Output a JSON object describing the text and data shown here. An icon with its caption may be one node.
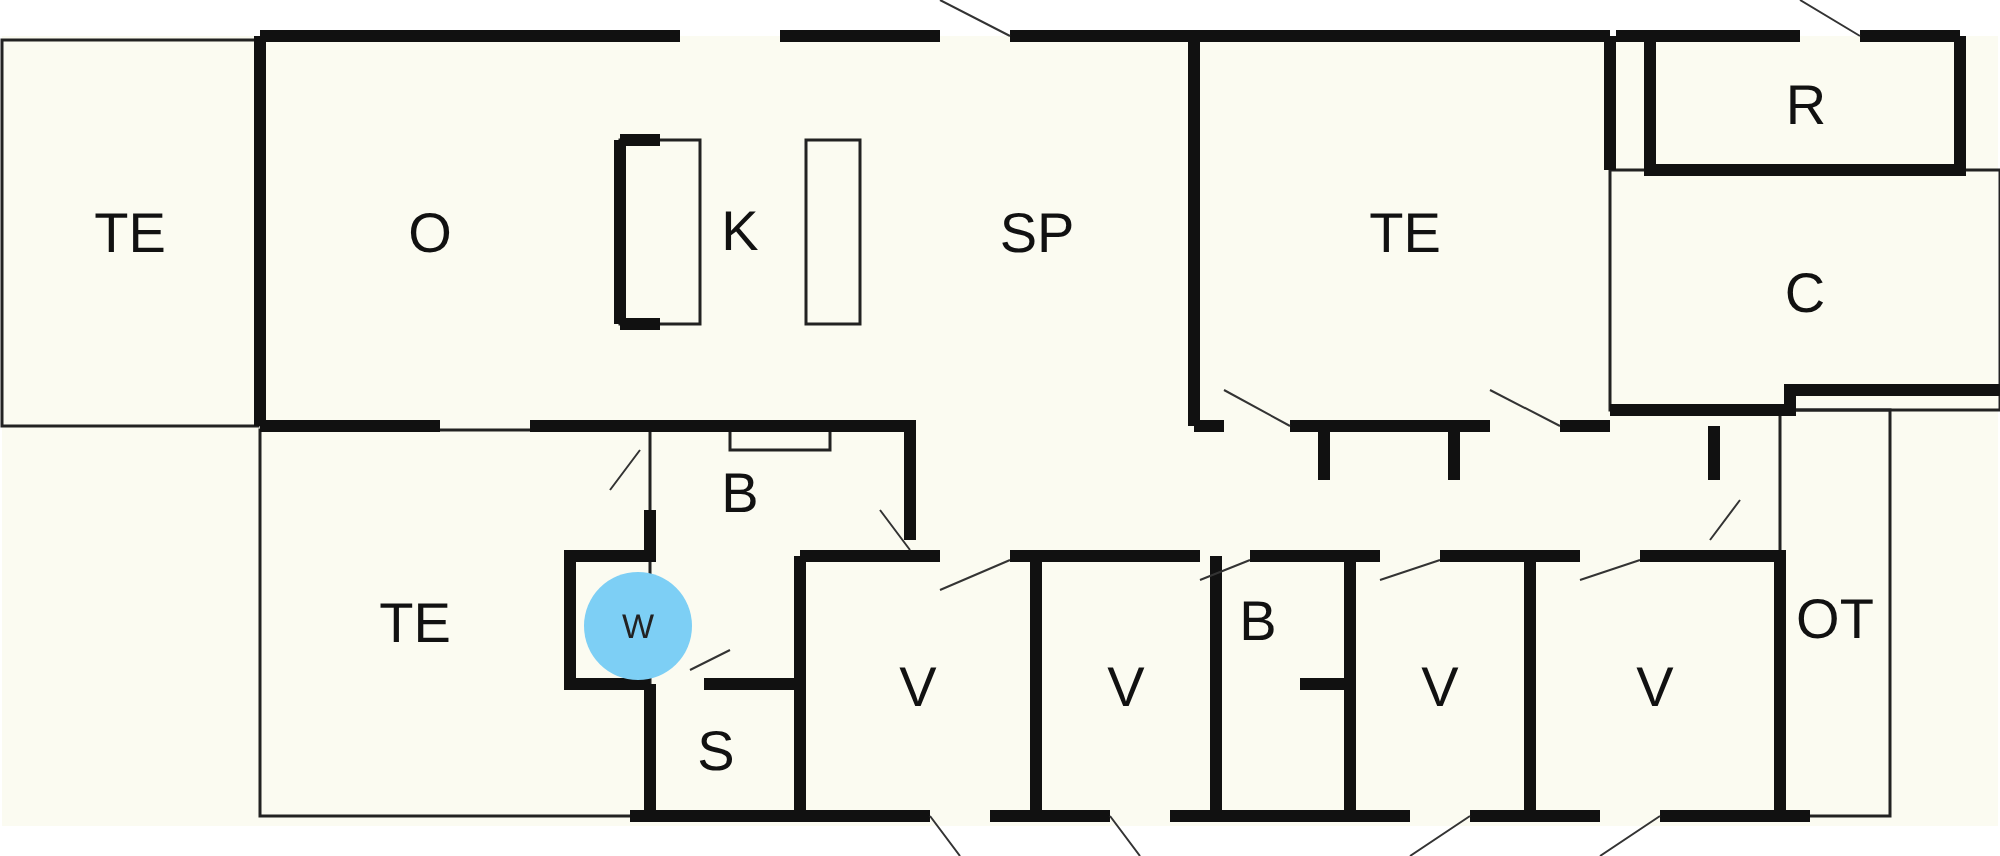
{
  "diagram": {
    "nodes": [
      {
        "text": [
          "TE"
        ]
      },
      {
        "text": [
          "O"
        ]
      },
      {
        "text": [
          "K"
        ]
      },
      {
        "text": [
          "SP"
        ]
      },
      {
        "text": [
          "TE"
        ]
      },
      {
        "text": [
          "R"
        ]
      },
      {
        "text": [
          "C"
        ]
      },
      {
        "text": [
          "B"
        ]
      },
      {
        "text": [
          "TE"
        ]
      },
      {
        "text": [
          "W"
        ]
      },
      {
        "text": [
          "S"
        ]
      },
      {
        "text": [
          "V"
        ]
      },
      {
        "text": [
          "V"
        ]
      },
      {
        "text": [
          "B"
        ]
      },
      {
        "text": [
          "V"
        ]
      },
      {
        "text": [
          "V"
        ]
      },
      {
        "text": [
          "OT"
        ]
      }
    ]
  }
}
